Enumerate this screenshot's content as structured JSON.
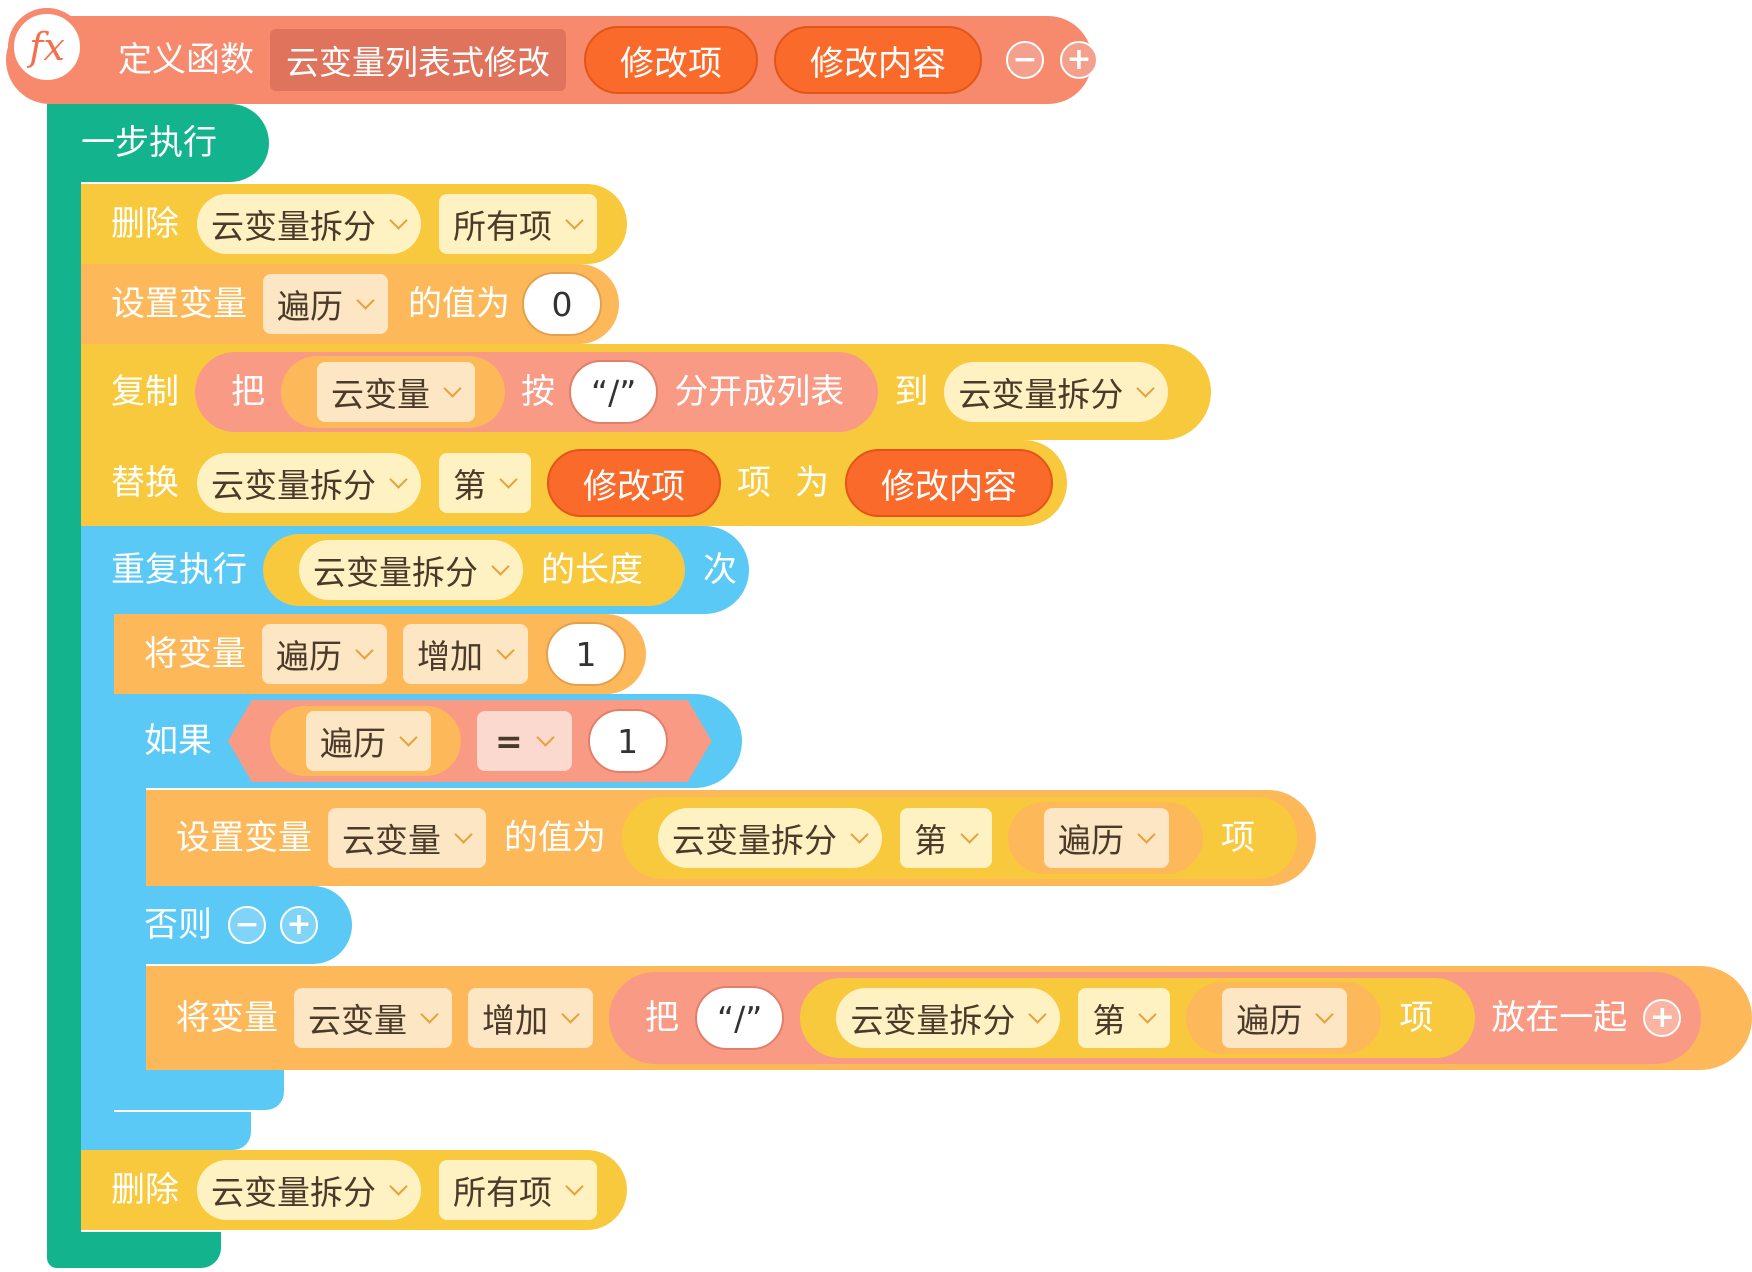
{
  "function_header": {
    "fx_icon": "fx",
    "define_label": "定义函数",
    "function_name": "云变量列表式修改",
    "param1": "修改项",
    "param2": "修改内容",
    "minus": "−",
    "plus": "+"
  },
  "step_exec": {
    "label": "一步执行"
  },
  "delete1": {
    "label": "删除",
    "list": "云变量拆分",
    "item": "所有项"
  },
  "set_var1": {
    "label": "设置变量",
    "var": "遍历",
    "value_label": "的值为",
    "value": "0"
  },
  "copy_block": {
    "label": "复制",
    "ba": "把",
    "var": "云变量",
    "an": "按",
    "sep": "“/”",
    "split_label": "分开成列表",
    "dao": "到",
    "target": "云变量拆分"
  },
  "replace_block": {
    "label": "替换",
    "list": "云变量拆分",
    "di": "第",
    "param": "修改项",
    "xiang": "项",
    "wei": "为",
    "value_param": "修改内容"
  },
  "repeat_block": {
    "label": "重复执行",
    "list": "云变量拆分",
    "length_label": "的长度",
    "ci": "次"
  },
  "increase1": {
    "label": "将变量",
    "var": "遍历",
    "op": "增加",
    "value": "1"
  },
  "if_block": {
    "label": "如果",
    "var": "遍历",
    "op": "=",
    "value": "1"
  },
  "set_var2": {
    "label": "设置变量",
    "var": "云变量",
    "value_label": "的值为",
    "list": "云变量拆分",
    "di": "第",
    "index": "遍历",
    "xiang": "项"
  },
  "else_block": {
    "label": "否则",
    "minus": "−",
    "plus": "+"
  },
  "increase2": {
    "label": "将变量",
    "var": "云变量",
    "op": "增加",
    "ba": "把",
    "sep": "“/”",
    "list": "云变量拆分",
    "di": "第",
    "index": "遍历",
    "xiang": "项",
    "join_label": "放在一起",
    "plus": "+"
  },
  "delete2": {
    "label": "删除",
    "list": "云变量拆分",
    "item": "所有项"
  },
  "colors": {
    "function": "#f7896d",
    "control_green": "#13b38e",
    "list_yellow": "#f8c93d",
    "variable_orange": "#fdb85a",
    "loop_blue": "#5bc9f5",
    "string_salmon": "#f99a84",
    "param_orange": "#fa6a2a"
  }
}
